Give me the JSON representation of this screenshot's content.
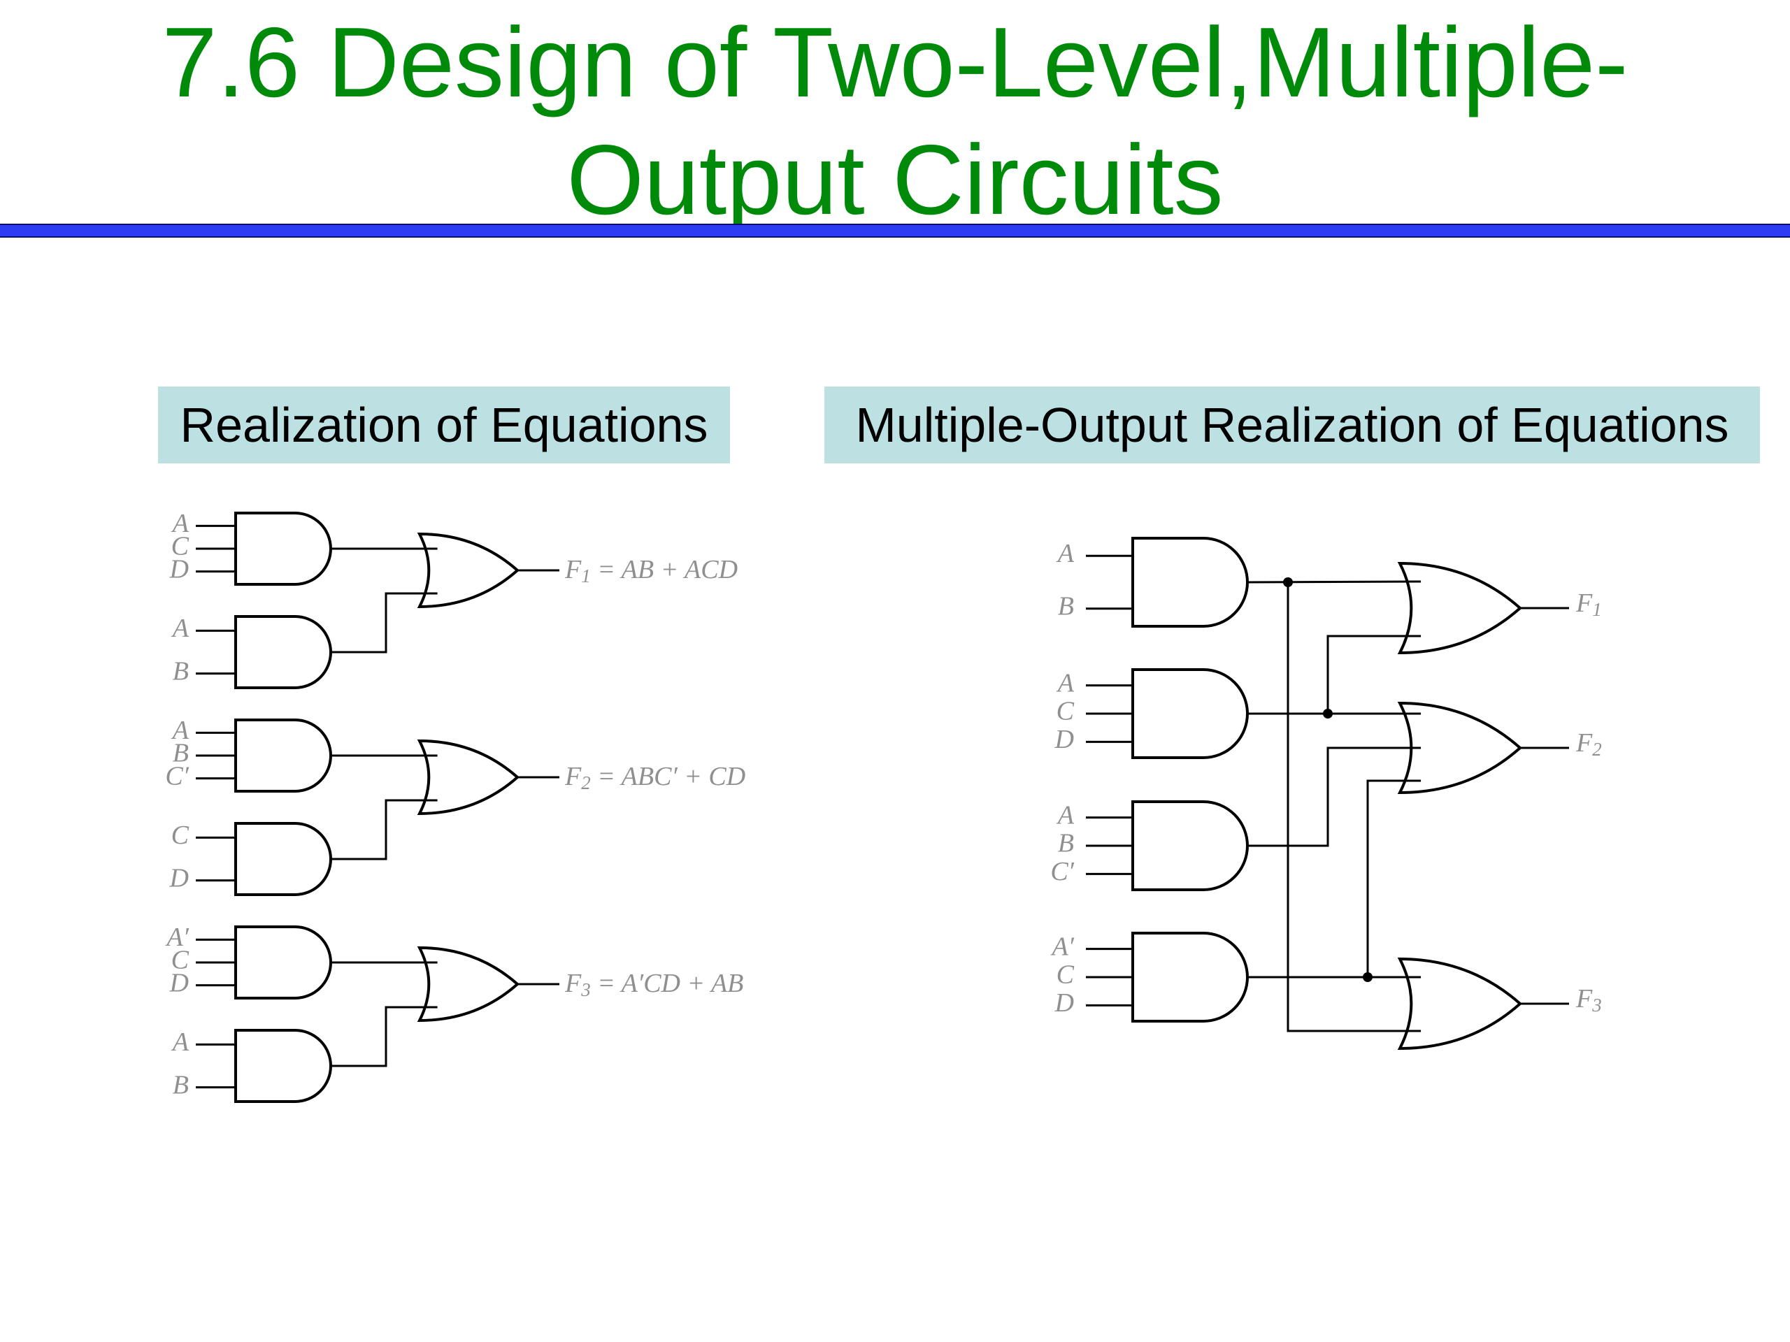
{
  "slide": {
    "title_line1": "7.6  Design of Two-Level,Multiple-",
    "title_line2": "Output Circuits"
  },
  "captions": {
    "left": "Realization of Equations",
    "right": "Multiple-Output Realization of Equations"
  },
  "left_diagram": {
    "groups": [
      {
        "and1_inputs": [
          "A",
          "C",
          "D"
        ],
        "and2_inputs": [
          "A",
          "B"
        ],
        "output": {
          "name": "F",
          "sub": "1",
          "expr": " = AB + ACD"
        }
      },
      {
        "and1_inputs": [
          "A",
          "B",
          "C′"
        ],
        "and2_inputs": [
          "C",
          "D"
        ],
        "output": {
          "name": "F",
          "sub": "2",
          "expr": " = ABC′ + CD"
        }
      },
      {
        "and1_inputs": [
          "A′",
          "C",
          "D"
        ],
        "and2_inputs": [
          "A",
          "B"
        ],
        "output": {
          "name": "F",
          "sub": "3",
          "expr": " = A′CD + AB"
        }
      }
    ]
  },
  "right_diagram": {
    "and_gates": [
      {
        "inputs": [
          "A",
          "B"
        ]
      },
      {
        "inputs": [
          "A",
          "C",
          "D"
        ]
      },
      {
        "inputs": [
          "A",
          "B",
          "C′"
        ]
      },
      {
        "inputs": [
          "A′",
          "C",
          "D"
        ]
      }
    ],
    "outputs": [
      {
        "name": "F",
        "sub": "1"
      },
      {
        "name": "F",
        "sub": "2"
      },
      {
        "name": "F",
        "sub": "3"
      }
    ]
  },
  "colors": {
    "title": "#008a0a",
    "rule": "#2b3cf2",
    "caption_bg": "#bde0e2",
    "label": "#8f8f8f",
    "wire": "#000000"
  }
}
